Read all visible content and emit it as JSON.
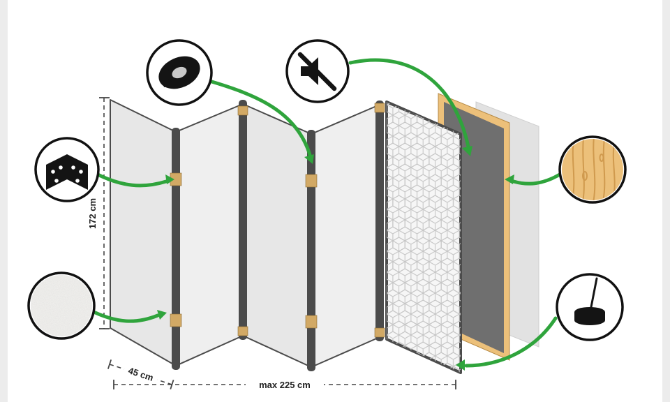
{
  "labels": {
    "height": "172 cm",
    "panel_width": "45 cm",
    "max_width": "max 225 cm"
  },
  "icons": [
    {
      "name": "adhesive-tape-icon"
    },
    {
      "name": "mute-speaker-icon"
    },
    {
      "name": "hinge-icon"
    },
    {
      "name": "fabric-texture-swatch"
    },
    {
      "name": "wood-texture-swatch"
    },
    {
      "name": "floor-pin-icon"
    }
  ],
  "colors": {
    "accent_green": "#2fa43c",
    "panel_light": "#e7e7e7",
    "panel_mid": "#efefef",
    "edge_dark": "#4b4b4b",
    "hinge_tan": "#d2a965",
    "wood": "#ecc07a",
    "wood_grain": "#d09a4e",
    "dark_panel": "#6f6f6f",
    "back_panel": "#e2e2e2",
    "pattern_line": "#c6c6c6",
    "dimension": "#454545",
    "icon_black": "#141414",
    "circle_stroke": "#111111",
    "edge_strip": "#ececec"
  }
}
